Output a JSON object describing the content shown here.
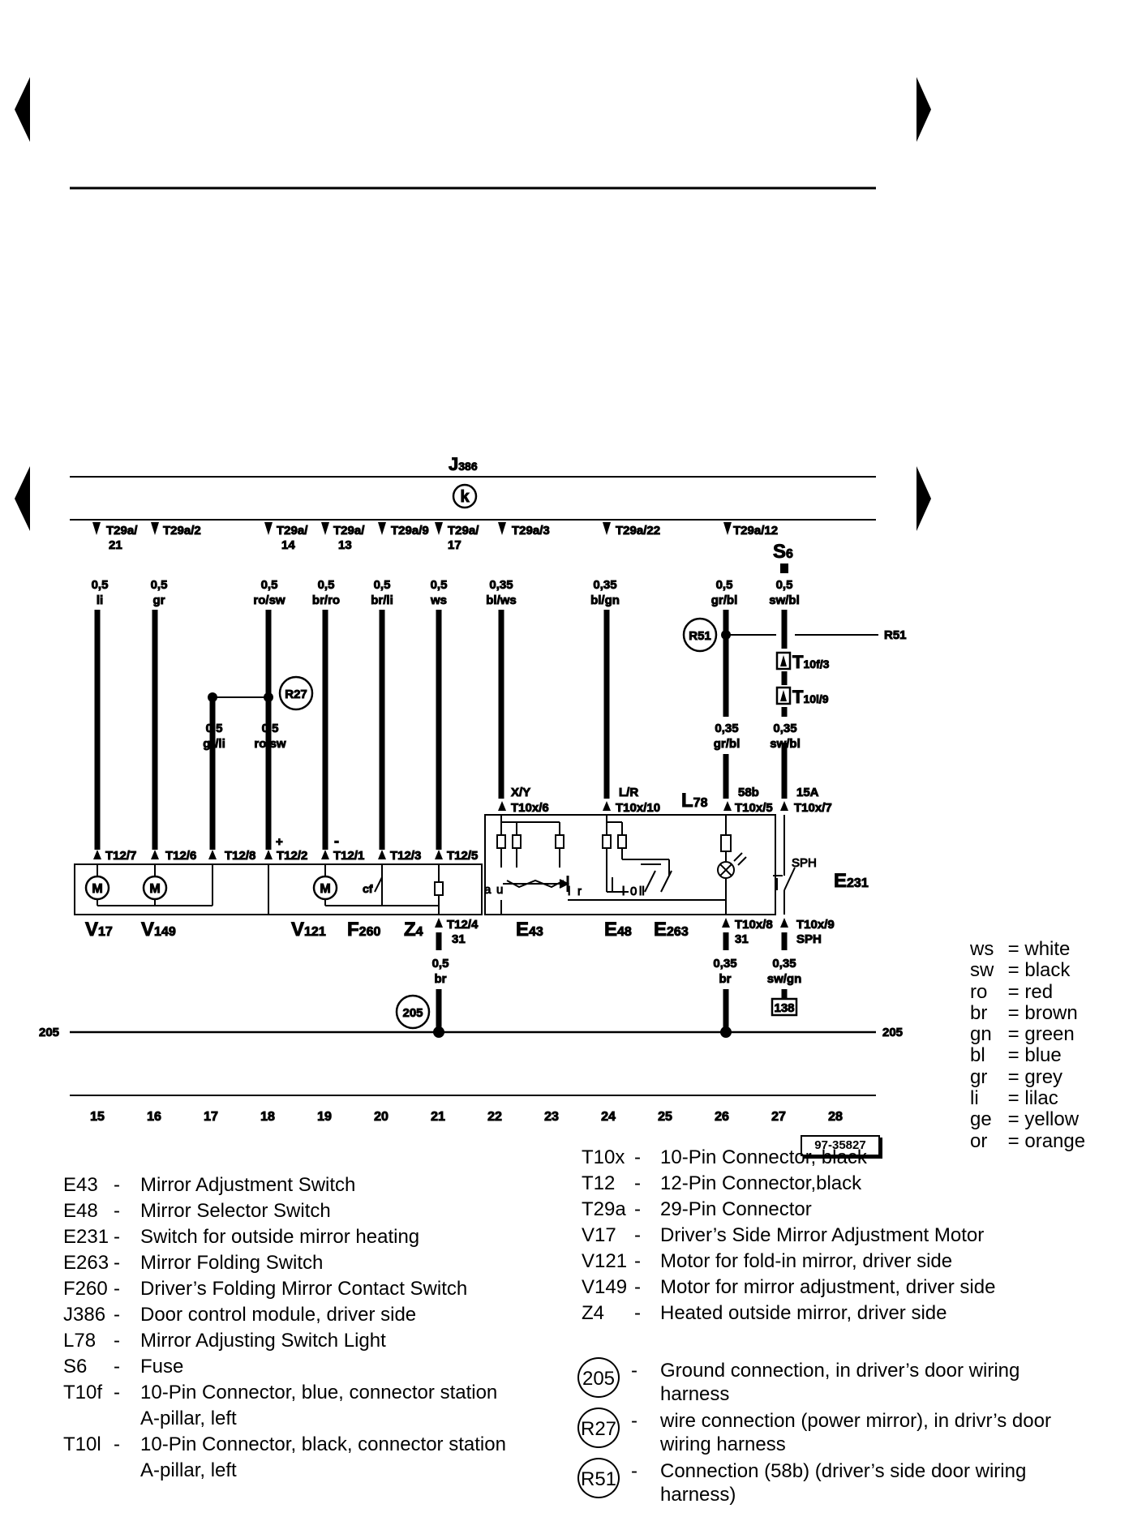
{
  "module": {
    "code": "J",
    "sub": "386",
    "k_symbol": "k"
  },
  "pins": [
    {
      "name": "T29a/",
      "extra": "21",
      "gauge": "0,5",
      "color": "li"
    },
    {
      "name": "T29a/2",
      "extra": "",
      "gauge": "0,5",
      "color": "gr"
    },
    {
      "name": "T29a/",
      "extra": "14",
      "gauge": "0,5",
      "color": "ro/sw"
    },
    {
      "name": "T29a/",
      "extra": "13",
      "gauge": "0,5",
      "color": "br/ro"
    },
    {
      "name": "T29a/9",
      "extra": "",
      "gauge": "0,5",
      "color": "br/li"
    },
    {
      "name": "T29a/",
      "extra": "17",
      "gauge": "0,5",
      "color": "ws"
    },
    {
      "name": "T29a/3",
      "extra": "",
      "gauge": "0,35",
      "color": "bl/ws"
    },
    {
      "name": "T29a/22",
      "extra": "",
      "gauge": "0,35",
      "color": "bl/gn"
    },
    {
      "name": "T29a/12",
      "extra": "",
      "gauge": "0,5",
      "color": "gr/bl"
    },
    {
      "name": "",
      "extra": "",
      "gauge": "0,5",
      "color": "sw/bl"
    }
  ],
  "fuse": {
    "code": "S",
    "sub": "6"
  },
  "r27": {
    "label": "R27",
    "gauge": "0,5",
    "color_left": "gr/li",
    "color_right": "ro/sw"
  },
  "r51": {
    "label": "R51",
    "side_label": "R51"
  },
  "t10f": {
    "code": "T",
    "sub": "10f/3"
  },
  "t10l": {
    "code": "T",
    "sub": "10l/9"
  },
  "mid_wires": [
    {
      "gauge": "0,35",
      "color": "gr/bl"
    },
    {
      "gauge": "0,35",
      "color": "sw/bl"
    }
  ],
  "switch_box": {
    "pins": [
      {
        "top": "X/Y",
        "bottom": "T10x/6"
      },
      {
        "top": "L/R",
        "bottom": "T10x/10"
      },
      {
        "top": "58b",
        "bottom": "T10x/5"
      },
      {
        "top": "15A",
        "bottom": "T10x/7"
      }
    ],
    "l78": {
      "code": "L",
      "sub": "78"
    },
    "sph": "SPH",
    "labels": [
      "a",
      "u",
      "l",
      "r",
      "l",
      "0",
      "ll"
    ],
    "e231": {
      "code": "E",
      "sub": "231"
    }
  },
  "connector_row": [
    "T12/7",
    "T12/6",
    "T12/8",
    "T12/2",
    "T12/1",
    "T12/3",
    "T12/5"
  ],
  "plus": "+",
  "minus": "-",
  "motor_symbol": "M",
  "components": [
    {
      "code": "V",
      "sub": "17"
    },
    {
      "code": "V",
      "sub": "149"
    },
    {
      "code": "V",
      "sub": "121"
    },
    {
      "code": "F",
      "sub": "260"
    },
    {
      "code": "Z",
      "sub": "4"
    },
    {
      "code": "E",
      "sub": "43"
    },
    {
      "code": "E",
      "sub": "48"
    },
    {
      "code": "E",
      "sub": "263"
    }
  ],
  "bottom_pins": [
    {
      "name": "T12/4",
      "extra": "31",
      "gauge": "0,5",
      "color": "br"
    },
    {
      "name": "T10x/8",
      "extra": "31",
      "gauge": "0,35",
      "color": "br"
    },
    {
      "name": "T10x/9",
      "extra": "SPH",
      "gauge": "0,35",
      "color": "sw/gn"
    }
  ],
  "ground": {
    "circle": "205",
    "left": "205",
    "right": "205"
  },
  "box138": "138",
  "columns": [
    "15",
    "16",
    "17",
    "18",
    "19",
    "20",
    "21",
    "22",
    "23",
    "24",
    "25",
    "26",
    "27",
    "28"
  ],
  "figure_id": "97-35827",
  "color_legend": [
    {
      "abbr": "ws",
      "name": "= white"
    },
    {
      "abbr": "sw",
      "name": "= black"
    },
    {
      "abbr": "ro",
      "name": "= red"
    },
    {
      "abbr": "br",
      "name": "= brown"
    },
    {
      "abbr": "gn",
      "name": "= green"
    },
    {
      "abbr": "bl",
      "name": "= blue"
    },
    {
      "abbr": "gr",
      "name": "= grey"
    },
    {
      "abbr": "li",
      "name": "= lilac"
    },
    {
      "abbr": "ge",
      "name": "= yellow"
    },
    {
      "abbr": "or",
      "name": "= orange"
    }
  ],
  "legend_left": [
    {
      "code": "E43",
      "desc": "Mirror Adjustment Switch"
    },
    {
      "code": "E48",
      "desc": "Mirror Selector Switch"
    },
    {
      "code": "E231",
      "desc": "Switch for outside mirror heating"
    },
    {
      "code": "E263",
      "desc": "Mirror Folding  Switch"
    },
    {
      "code": "F260",
      "desc": "Driver’s Folding Mirror Contact Switch"
    },
    {
      "code": "J386",
      "desc": "Door control module, driver side"
    },
    {
      "code": "L78",
      "desc": "Mirror Adjusting Switch Light"
    },
    {
      "code": "S6",
      "desc": "Fuse"
    },
    {
      "code": "T10f",
      "desc": "10-Pin Connector, blue, connector station A-pillar, left"
    },
    {
      "code": "T10l",
      "desc": "10-Pin Connector, black, connector station A-pillar, left"
    }
  ],
  "legend_right": [
    {
      "code": "T10x",
      "desc": "10-Pin Connector, black"
    },
    {
      "code": "T12",
      "desc": "12-Pin Connector,black"
    },
    {
      "code": "T29a",
      "desc": "29-Pin Connector"
    },
    {
      "code": "V17",
      "desc": "Driver’s Side Mirror Adjustment Motor"
    },
    {
      "code": "V121",
      "desc": "Motor for fold-in mirror, driver side"
    },
    {
      "code": "V149",
      "desc": "Motor for mirror adjustment, driver side"
    },
    {
      "code": "Z4",
      "desc": "Heated outside mirror, driver side"
    }
  ],
  "legend_symbols": [
    {
      "code": "205",
      "desc": "Ground connection, in driver’s door wiring harness"
    },
    {
      "code": "R27",
      "desc": "wire connection (power mirror), in drivr’s door wiring harness"
    },
    {
      "code": "R51",
      "desc": "Connection (58b) (driver’s side door wiring harness)"
    }
  ],
  "dash": "-"
}
